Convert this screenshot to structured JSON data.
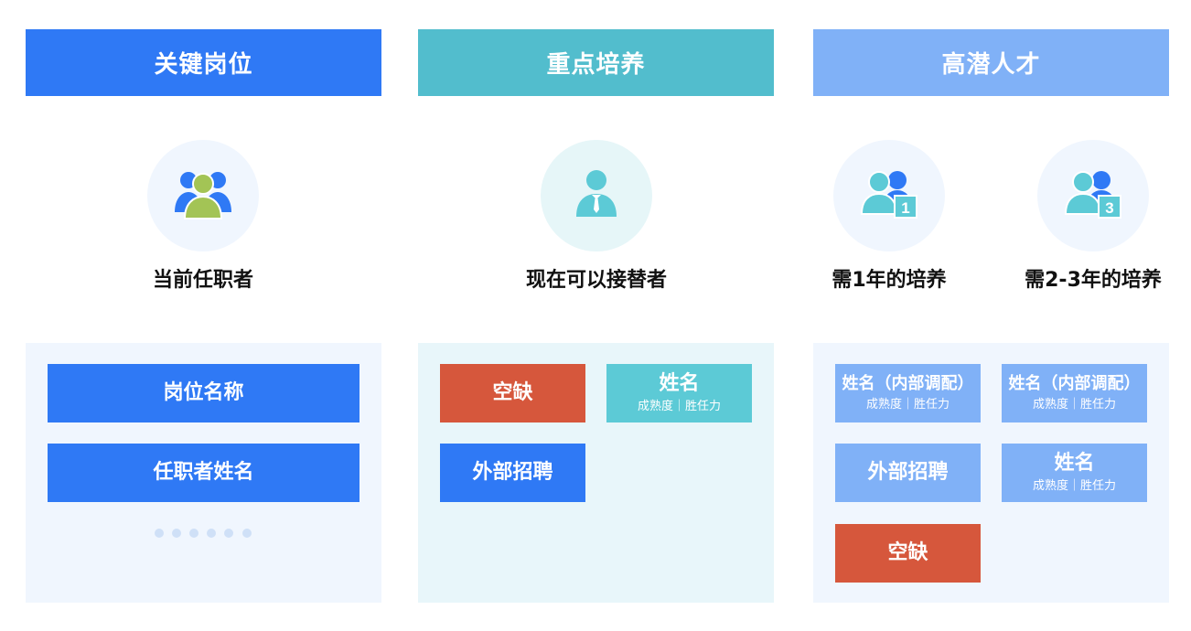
{
  "colors": {
    "blue": "#2f79f5",
    "teal": "#52bdcd",
    "light_blue": "#80b1f7",
    "red": "#d6573c",
    "panel_blue": "#f0f6fe",
    "panel_teal": "#e8f6fa",
    "circle_bg": "#f0f6fe",
    "circle_bg_teal": "#e6f6f8"
  },
  "columns": [
    {
      "header": "关键岗位",
      "icon": "group-users-icon",
      "captions": [
        "当前任职者"
      ],
      "boxes": [
        {
          "main": "岗位名称"
        },
        {
          "main": "任职者姓名"
        }
      ]
    },
    {
      "header": "重点培养",
      "icon": "employee-tie-icon",
      "captions": [
        "现在可以接替者"
      ],
      "boxes": [
        {
          "main": "空缺"
        },
        {
          "main": "姓名",
          "sub": "成熟度｜胜任力"
        },
        {
          "main": "外部招聘"
        }
      ]
    },
    {
      "header": "高潜人才",
      "icons": [
        "users-badge-1-icon",
        "users-badge-3-icon"
      ],
      "badges": [
        "1",
        "3"
      ],
      "captions": [
        "需1年的培养",
        "需2-3年的培养"
      ],
      "boxes": [
        {
          "main": "姓名（内部调配）",
          "sub": "成熟度｜胜任力"
        },
        {
          "main": "姓名（内部调配）",
          "sub": "成熟度｜胜任力"
        },
        {
          "main": "外部招聘"
        },
        {
          "main": "姓名",
          "sub": "成熟度｜胜任力"
        },
        {
          "main": "空缺"
        }
      ]
    }
  ]
}
